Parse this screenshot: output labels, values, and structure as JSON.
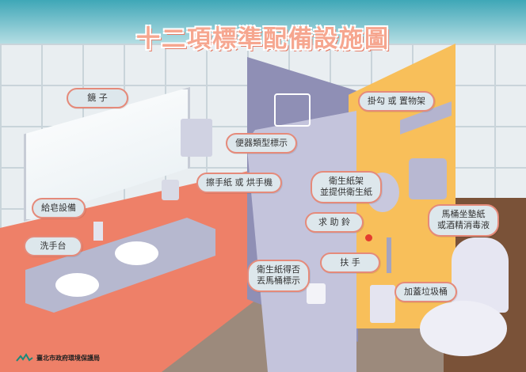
{
  "title": "十二項標準配備設施圖",
  "labels": {
    "mirror": "鏡 子",
    "toilet_type_sign": "便器類型標示",
    "paper_towel_or_dryer": "擦手紙 或 烘手機",
    "soap_dispenser": "給皂設備",
    "washbasin": "洗手台",
    "toilet_paper_sign": [
      "衛生紙得否",
      "丟馬桶標示"
    ],
    "hook_or_shelf": "掛勾 或 置物架",
    "toilet_paper_holder": [
      "衛生紙架",
      "並提供衛生紙"
    ],
    "help_bell": "求 助 鈴",
    "handrail": "扶 手",
    "seat_cover": [
      "馬桶坐墊紙",
      "或酒精消毒液"
    ],
    "covered_bin": "加蓋垃圾桶"
  },
  "logo": {
    "text": "臺北市政府環境保護局"
  },
  "colors": {
    "wall_lower": "#ee8068",
    "floor": "#9c8a7c",
    "partition_purple": "#8f8fb5",
    "partition_yellow": "#f8bf5a",
    "bubble_border": "#e58a7a",
    "title": "#f6a68f"
  }
}
